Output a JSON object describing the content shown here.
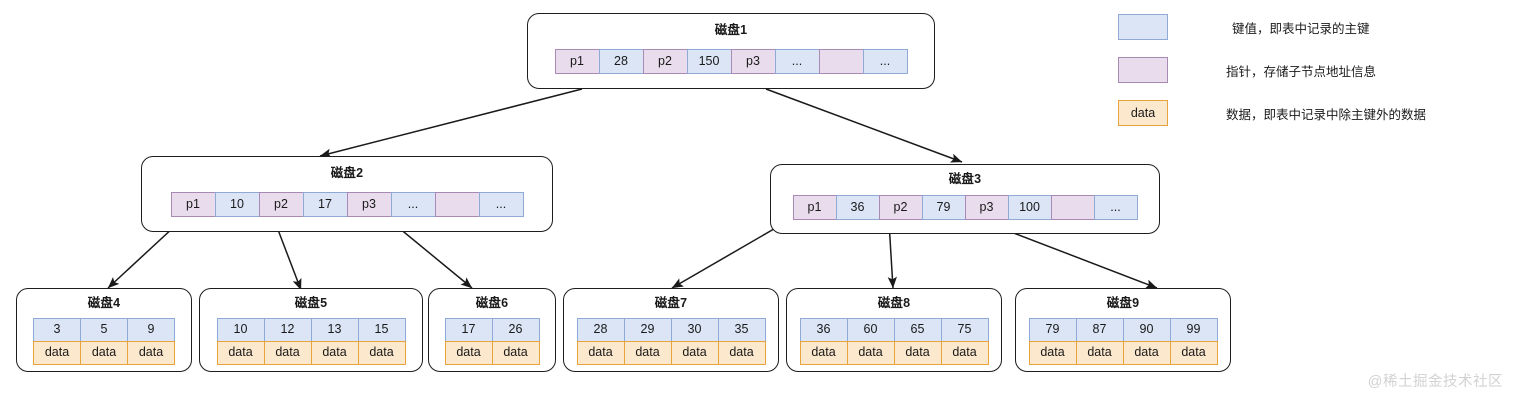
{
  "diagram": {
    "title_prefix": "磁盘",
    "watermark": "@稀土掘金技术社区",
    "colors": {
      "key_fill": "#dbe5f6",
      "key_border": "#8faad4",
      "pointer_fill": "#e9dced",
      "pointer_border": "#a98ab5",
      "data_fill": "#fce8cd",
      "data_border": "#e8a33d",
      "node_border": "#1d1d1d",
      "arrow": "#1a1a1a",
      "watermark": "#d2d2d2"
    }
  },
  "legend": {
    "items": [
      {
        "swatch_text": "",
        "kind": "key",
        "label": "键值，即表中记录的主键"
      },
      {
        "swatch_text": "",
        "kind": "pointer",
        "label": "指针，存储子节点地址信息"
      },
      {
        "swatch_text": "data",
        "kind": "data",
        "label": "数据，即表中记录中除主键外的数据"
      }
    ]
  },
  "nodes": {
    "root": {
      "title": "磁盘1",
      "cells": [
        {
          "text": "p1",
          "kind": "pointer"
        },
        {
          "text": "28",
          "kind": "key"
        },
        {
          "text": "p2",
          "kind": "pointer"
        },
        {
          "text": "150",
          "kind": "key"
        },
        {
          "text": "p3",
          "kind": "pointer"
        },
        {
          "text": "...",
          "kind": "key"
        },
        {
          "text": "",
          "kind": "pointer"
        },
        {
          "text": "...",
          "kind": "key"
        }
      ]
    },
    "internal_left": {
      "title": "磁盘2",
      "cells": [
        {
          "text": "p1",
          "kind": "pointer"
        },
        {
          "text": "10",
          "kind": "key"
        },
        {
          "text": "p2",
          "kind": "pointer"
        },
        {
          "text": "17",
          "kind": "key"
        },
        {
          "text": "p3",
          "kind": "pointer"
        },
        {
          "text": "...",
          "kind": "key"
        },
        {
          "text": "",
          "kind": "pointer"
        },
        {
          "text": "...",
          "kind": "key"
        }
      ]
    },
    "internal_right": {
      "title": "磁盘3",
      "cells": [
        {
          "text": "p1",
          "kind": "pointer"
        },
        {
          "text": "36",
          "kind": "key"
        },
        {
          "text": "p2",
          "kind": "pointer"
        },
        {
          "text": "79",
          "kind": "key"
        },
        {
          "text": "p3",
          "kind": "pointer"
        },
        {
          "text": "100",
          "kind": "key"
        },
        {
          "text": "",
          "kind": "pointer"
        },
        {
          "text": "...",
          "kind": "key"
        }
      ]
    },
    "leaves": [
      {
        "title": "磁盘4",
        "keys": [
          "3",
          "5",
          "9"
        ],
        "data": [
          "data",
          "data",
          "data"
        ]
      },
      {
        "title": "磁盘5",
        "keys": [
          "10",
          "12",
          "13",
          "15"
        ],
        "data": [
          "data",
          "data",
          "data",
          "data"
        ]
      },
      {
        "title": "磁盘6",
        "keys": [
          "17",
          "26"
        ],
        "data": [
          "data",
          "data"
        ]
      },
      {
        "title": "磁盘7",
        "keys": [
          "28",
          "29",
          "30",
          "35"
        ],
        "data": [
          "data",
          "data",
          "data",
          "data"
        ]
      },
      {
        "title": "磁盘8",
        "keys": [
          "36",
          "60",
          "65",
          "75"
        ],
        "data": [
          "data",
          "data",
          "data",
          "data"
        ]
      },
      {
        "title": "磁盘9",
        "keys": [
          "79",
          "87",
          "90",
          "99"
        ],
        "data": [
          "data",
          "data",
          "data",
          "data"
        ]
      }
    ]
  },
  "edges": [
    {
      "from": "磁盘1",
      "to": "磁盘2"
    },
    {
      "from": "磁盘1",
      "to": "磁盘3"
    },
    {
      "from": "磁盘2",
      "to": "磁盘4"
    },
    {
      "from": "磁盘2",
      "to": "磁盘5"
    },
    {
      "from": "磁盘2",
      "to": "磁盘6"
    },
    {
      "from": "磁盘3",
      "to": "磁盘7"
    },
    {
      "from": "磁盘3",
      "to": "磁盘8"
    },
    {
      "from": "磁盘3",
      "to": "磁盘9"
    }
  ]
}
